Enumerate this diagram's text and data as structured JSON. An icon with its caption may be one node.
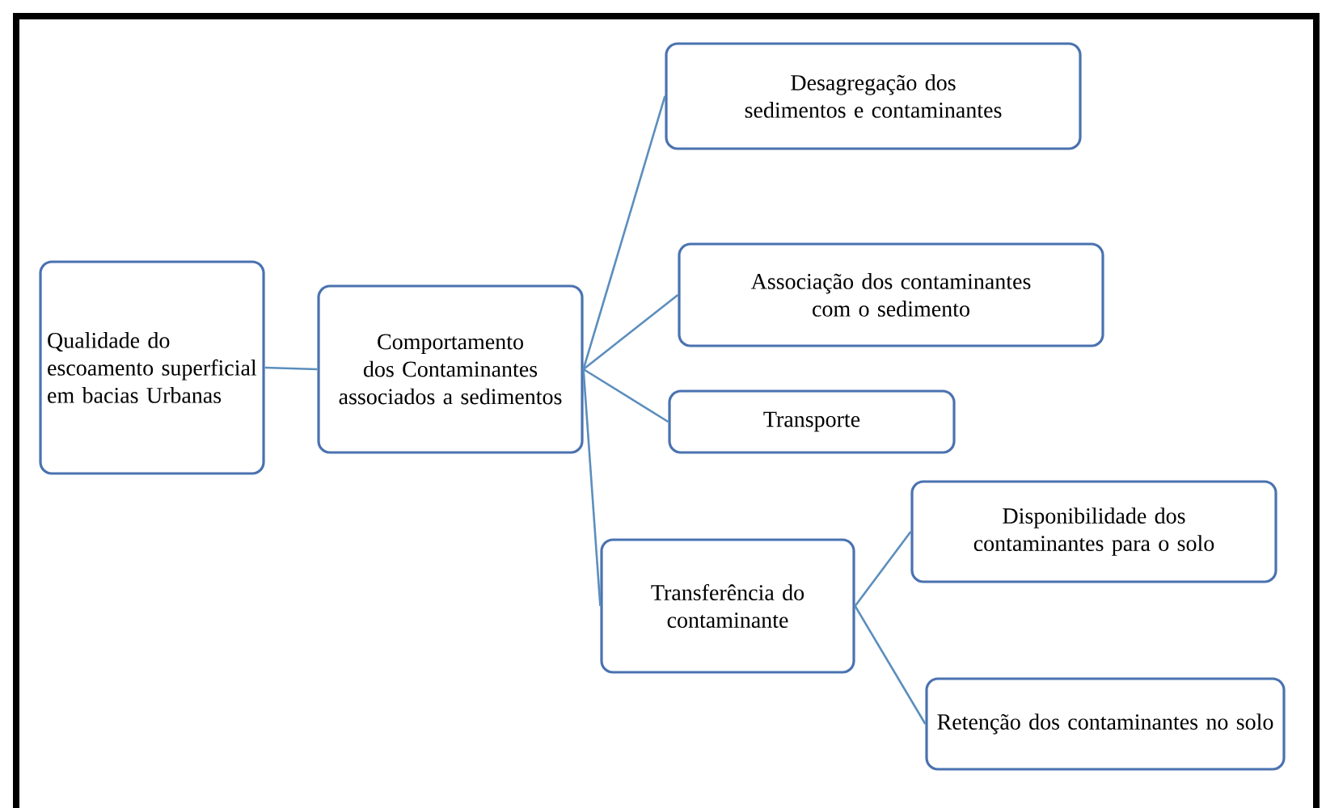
{
  "diagram": {
    "nodes": [
      {
        "text": [
          "Qualidade do escoamento superficial em bacias Urbanas"
        ]
      },
      {
        "text": [
          "Comportamento dos Contaminantes associados a sedimentos"
        ]
      },
      {
        "text": [
          "Desagregação dos sedimentos e contaminantes"
        ]
      },
      {
        "text": [
          "Associação dos contaminantes com o sedimento"
        ]
      },
      {
        "text": [
          "Transporte"
        ]
      },
      {
        "text": [
          "Transferência do contaminante"
        ]
      },
      {
        "text": [
          "Disponibilidade dos contaminantes para o solo"
        ]
      },
      {
        "text": [
          "Retenção dos contaminantes no solo"
        ]
      }
    ],
    "edges": [
      {
        "from": 0,
        "to": 1,
        "arrow": "none"
      },
      {
        "from": 1,
        "to": 2,
        "arrow": "none"
      },
      {
        "from": 1,
        "to": 3,
        "arrow": "none"
      },
      {
        "from": 1,
        "to": 4,
        "arrow": "none"
      },
      {
        "from": 1,
        "to": 5,
        "arrow": "none"
      },
      {
        "from": 5,
        "to": 6,
        "arrow": "none"
      },
      {
        "from": 5,
        "to": 7,
        "arrow": "none"
      }
    ]
  }
}
